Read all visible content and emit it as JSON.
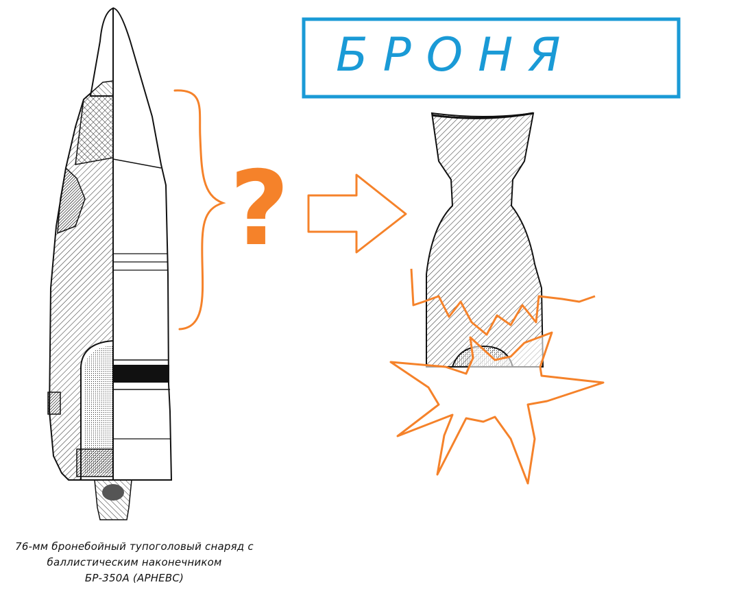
{
  "armor_box": {
    "label": "БРОНЯ",
    "color": "#1a9ad6"
  },
  "question_mark": {
    "glyph": "?",
    "color": "#f5822a"
  },
  "arrow": {
    "color": "#f5822a"
  },
  "annotation_color": "#f5822a",
  "caption": {
    "line1": "76-мм бронебойный тупоголовый снаряд с",
    "line2": "баллистическим наконечником",
    "line3": "БР-350А (АРНЕВС)"
  }
}
